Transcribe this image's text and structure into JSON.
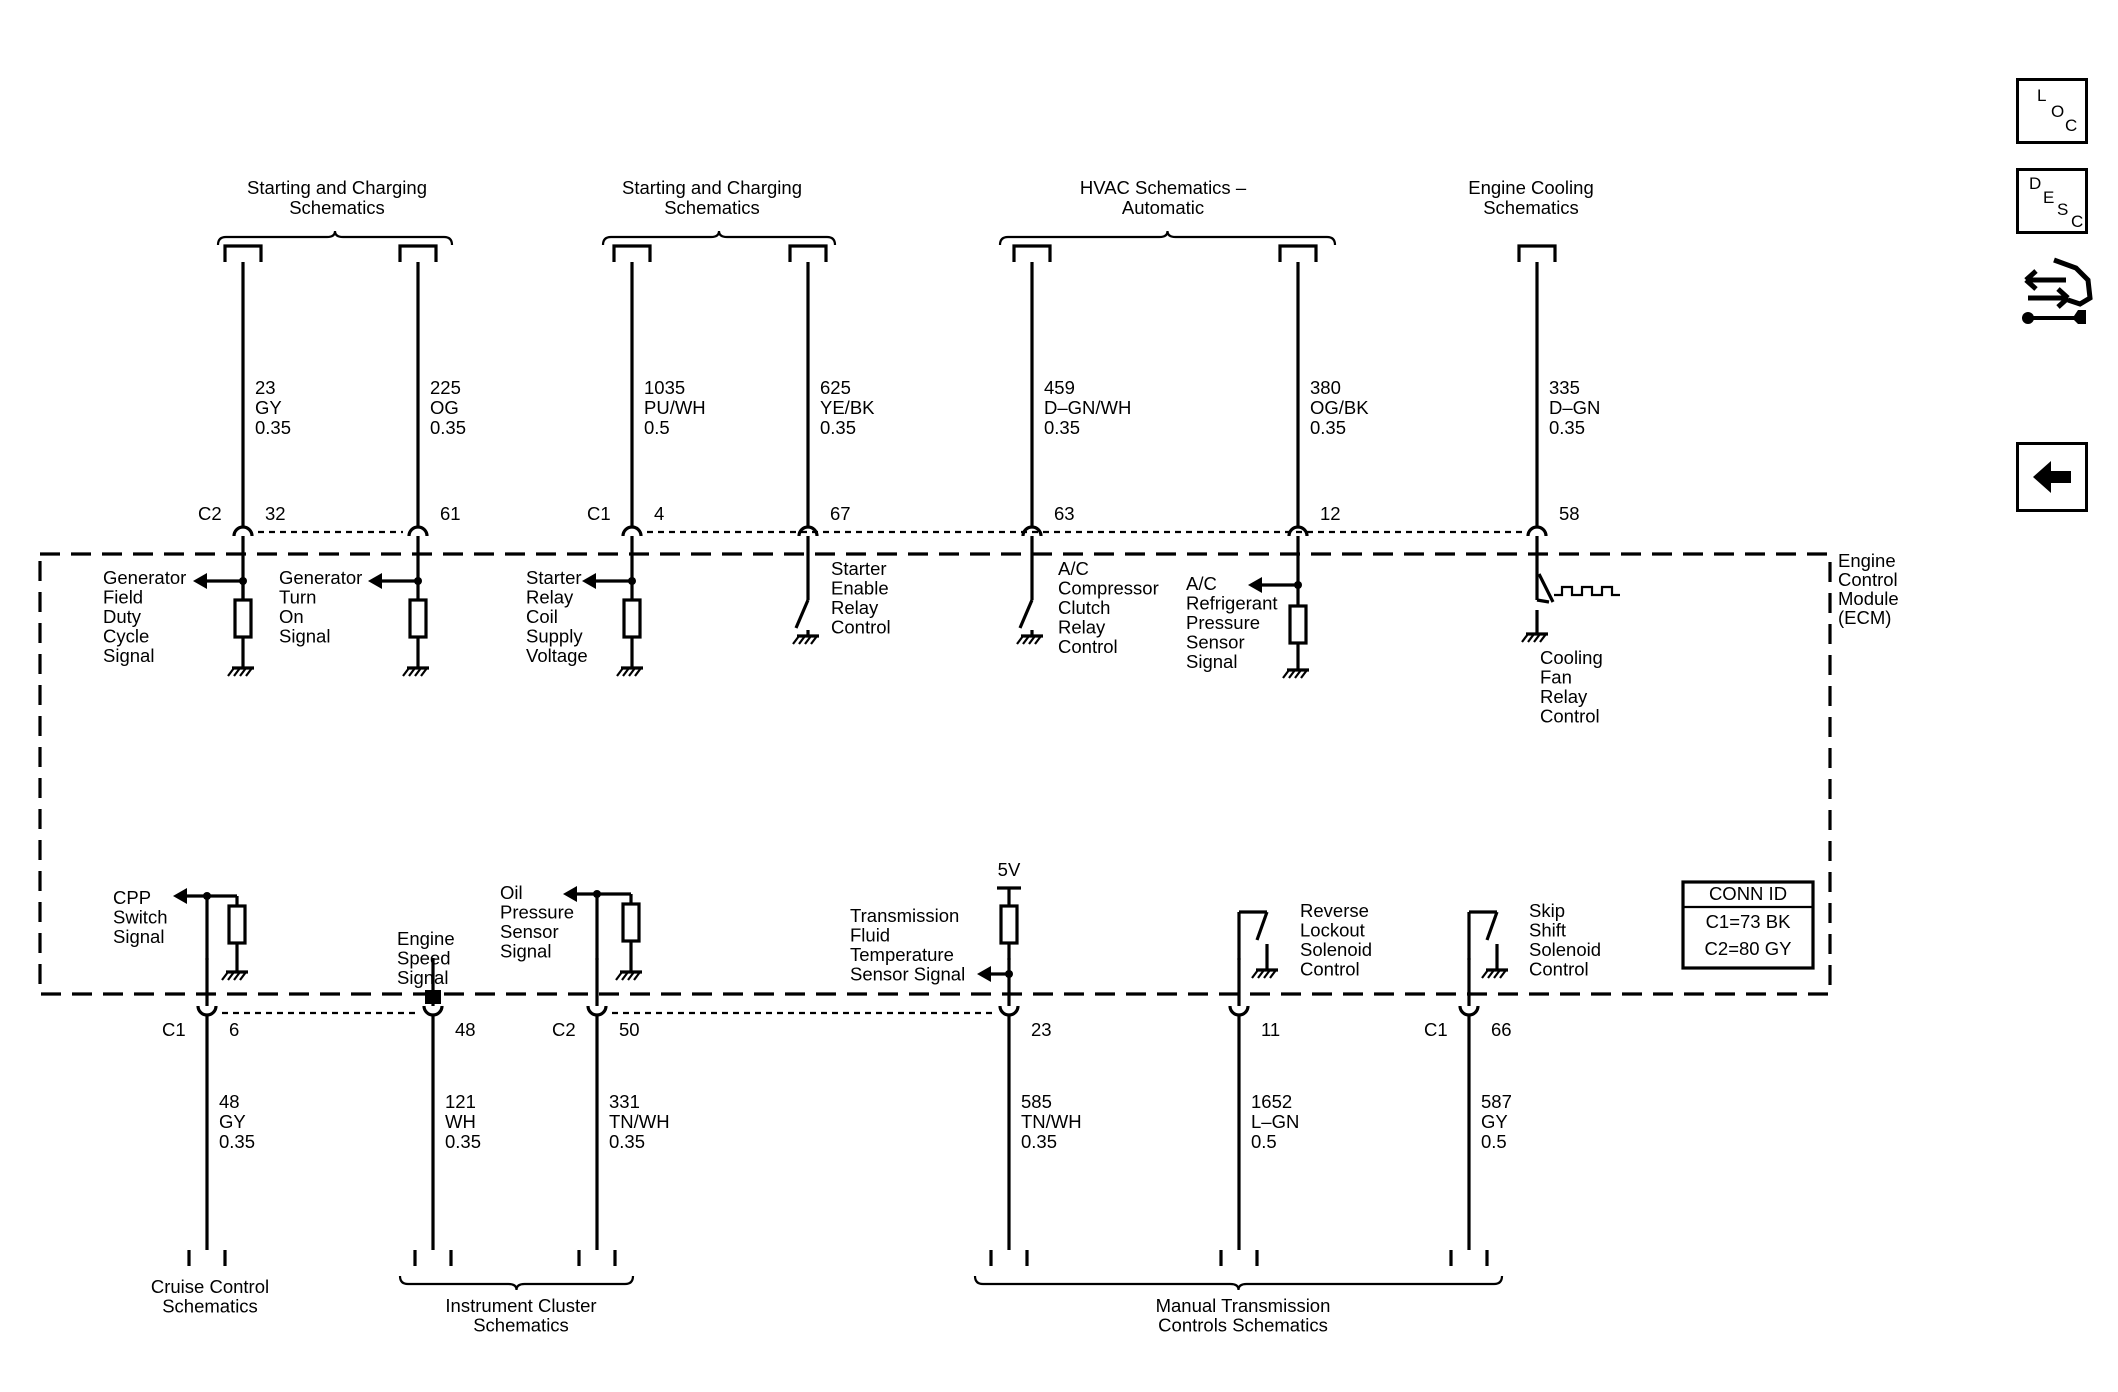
{
  "top_headers": [
    {
      "id": "h1",
      "lines": [
        "Starting and Charging",
        "Schematics"
      ]
    },
    {
      "id": "h2",
      "lines": [
        "Starting and Charging",
        "Schematics"
      ]
    },
    {
      "id": "h3",
      "lines": [
        "HVAC Schematics –",
        "Automatic"
      ]
    },
    {
      "id": "h4",
      "lines": [
        "Engine Cooling",
        "Schematics"
      ]
    }
  ],
  "bottom_headers": [
    {
      "id": "b1",
      "lines": [
        "Cruise Control",
        "Schematics"
      ]
    },
    {
      "id": "b2",
      "lines": [
        "Instrument Cluster",
        "Schematics"
      ]
    },
    {
      "id": "b3",
      "lines": [
        "Manual Transmission",
        "Controls Schematics"
      ]
    }
  ],
  "top_wires": [
    {
      "circuit": "23",
      "color": "GY",
      "size": "0.35",
      "connector": "C2",
      "pin": "32",
      "func": [
        "Generator",
        "Field",
        "Duty",
        "Cycle",
        "Signal"
      ]
    },
    {
      "circuit": "225",
      "color": "OG",
      "size": "0.35",
      "connector": "",
      "pin": "61",
      "func": [
        "Generator",
        "Turn",
        "On",
        "Signal"
      ]
    },
    {
      "circuit": "1035",
      "color": "PU/WH",
      "size": "0.5",
      "connector": "C1",
      "pin": "4",
      "func": [
        "Starter",
        "Relay",
        "Coil",
        "Supply",
        "Voltage"
      ]
    },
    {
      "circuit": "625",
      "color": "YE/BK",
      "size": "0.35",
      "connector": "",
      "pin": "67",
      "func": [
        "Starter",
        "Enable",
        "Relay",
        "Control"
      ]
    },
    {
      "circuit": "459",
      "color": "D–GN/WH",
      "size": "0.35",
      "connector": "",
      "pin": "63",
      "func": [
        "A/C",
        "Compressor",
        "Clutch",
        "Relay",
        "Control"
      ]
    },
    {
      "circuit": "380",
      "color": "OG/BK",
      "size": "0.35",
      "connector": "",
      "pin": "12",
      "func": [
        "A/C",
        "Refrigerant",
        "Pressure",
        "Sensor",
        "Signal"
      ]
    },
    {
      "circuit": "335",
      "color": "D–GN",
      "size": "0.35",
      "connector": "",
      "pin": "58",
      "func": [
        "Cooling",
        "Fan",
        "Relay",
        "Control"
      ]
    }
  ],
  "bottom_wires": [
    {
      "circuit": "48",
      "color": "GY",
      "size": "0.35",
      "connector": "C1",
      "pin": "6",
      "func": [
        "CPP",
        "Switch",
        "Signal"
      ]
    },
    {
      "circuit": "121",
      "color": "WH",
      "size": "0.35",
      "connector": "",
      "pin": "48",
      "func": [
        "Engine",
        "Speed",
        "Signal"
      ]
    },
    {
      "circuit": "331",
      "color": "TN/WH",
      "size": "0.35",
      "connector": "C2",
      "pin": "50",
      "func": [
        "Oil",
        "Pressure",
        "Sensor",
        "Signal"
      ]
    },
    {
      "circuit": "585",
      "color": "TN/WH",
      "size": "0.35",
      "connector": "",
      "pin": "23",
      "func": [
        "Transmission",
        "Fluid",
        "Temperature",
        "Sensor Signal"
      ]
    },
    {
      "circuit": "1652",
      "color": "L–GN",
      "size": "0.5",
      "connector": "",
      "pin": "11",
      "func": [
        "Reverse",
        "Lockout",
        "Solenoid",
        "Control"
      ]
    },
    {
      "circuit": "587",
      "color": "GY",
      "size": "0.5",
      "connector": "C1",
      "pin": "66",
      "func": [
        "Skip",
        "Shift",
        "Solenoid",
        "Control"
      ]
    }
  ],
  "voltage_label": "5V",
  "module_label": [
    "Engine",
    "Control",
    "Module",
    "(ECM)"
  ],
  "conn_id": {
    "title": "CONN ID",
    "rows": [
      "C1=73 BK",
      "C2=80 GY"
    ]
  },
  "side_buttons": {
    "loc": [
      "L",
      "O",
      "C"
    ],
    "desc": [
      "D",
      "E",
      "S",
      "C"
    ]
  }
}
